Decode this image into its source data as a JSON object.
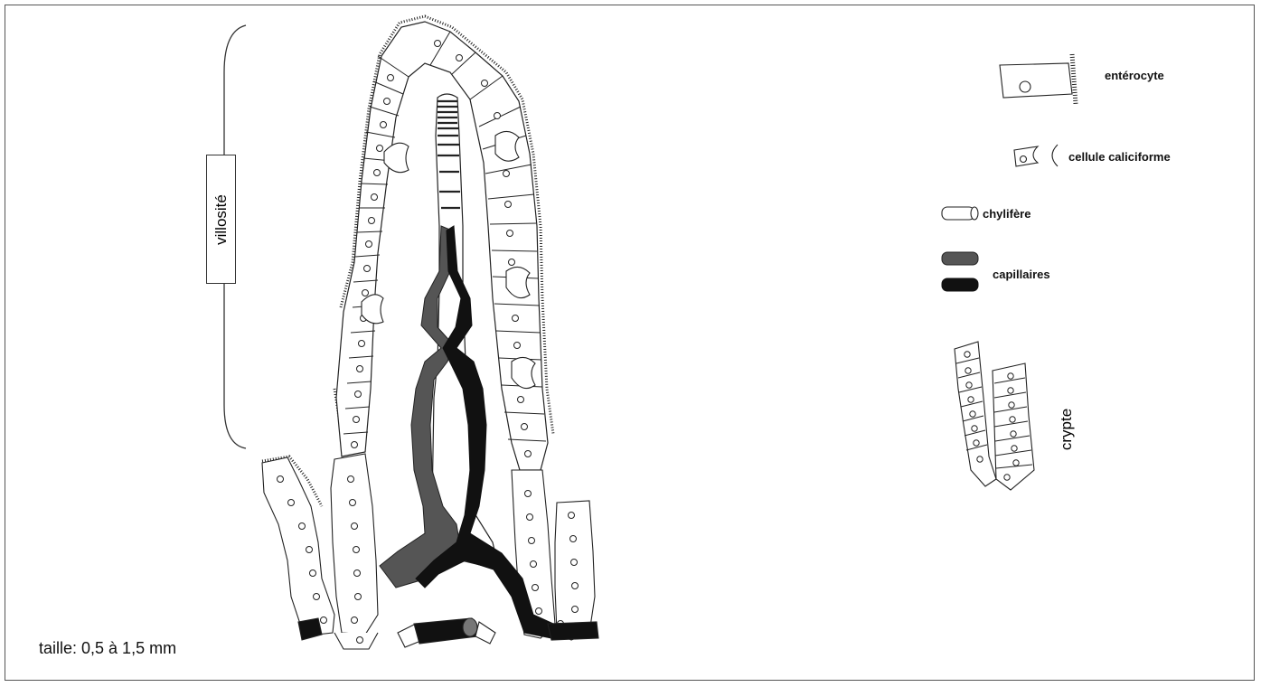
{
  "labels": {
    "villosite": "villosité",
    "crypte": "crypte",
    "taille": "taille: 0,5 à 1,5 mm"
  },
  "legend": {
    "enterocyte": "entérocyte",
    "cellule_caliciforme": "cellule caliciforme",
    "chylifere": "chylifère",
    "capillaires": "capillaires"
  },
  "colors": {
    "capillary_dark": "#111111",
    "capillary_grey": "#555555",
    "chylifere": "#ffffff",
    "outline": "#222222"
  }
}
